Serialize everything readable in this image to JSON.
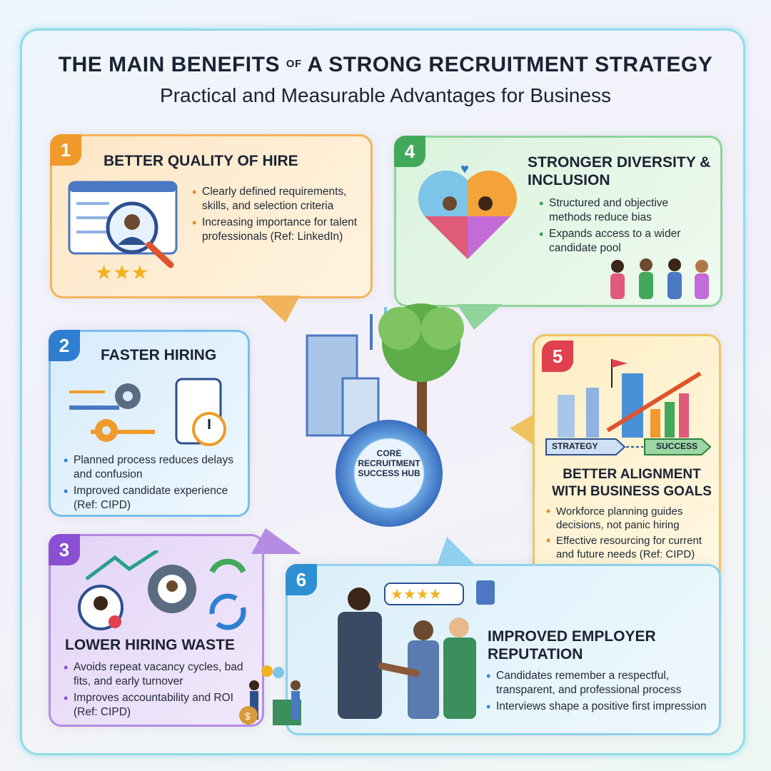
{
  "header": {
    "title_part1": "THE MAIN BENEFITS",
    "title_of": "OF",
    "title_part2": "A STRONG RECRUITMENT STRATEGY",
    "subtitle": "Practical and Measurable Advantages for Business"
  },
  "hub": {
    "label": "CORE RECRUITMENT SUCCESS HUB"
  },
  "cards": [
    {
      "number": "1",
      "title": "BETTER QUALITY OF HIRE",
      "bullets": [
        "Clearly defined requirements, skills, and selection criteria",
        "Increasing importance for talent professionals (Ref: LinkedIn)"
      ]
    },
    {
      "number": "2",
      "title": "FASTER HIRING",
      "bullets": [
        "Planned process reduces delays and confusion",
        "Improved candidate experience (Ref: CIPD)"
      ]
    },
    {
      "number": "3",
      "title": "LOWER HIRING WASTE",
      "bullets": [
        "Avoids repeat vacancy cycles, bad fits, and early turnover",
        "Improves accountability and ROI (Ref: CIPD)"
      ]
    },
    {
      "number": "4",
      "title": "STRONGER DIVERSITY & INCLUSION",
      "bullets": [
        "Structured and objective methods reduce bias",
        "Expands access to a wider candidate pool"
      ]
    },
    {
      "number": "5",
      "title": "BETTER ALIGNMENT WITH BUSINESS GOALS",
      "strategy_label": "STRATEGY",
      "success_label": "SUCCESS",
      "bullets": [
        "Workforce planning guides decisions, not panic hiring",
        "Effective resourcing for current and future needs (Ref: CIPD)"
      ]
    },
    {
      "number": "6",
      "title": "IMPROVED EMPLOYER REPUTATION",
      "bullets": [
        "Candidates remember a respectful, transparent, and professional process",
        "Interviews shape a positive first impression"
      ]
    }
  ]
}
